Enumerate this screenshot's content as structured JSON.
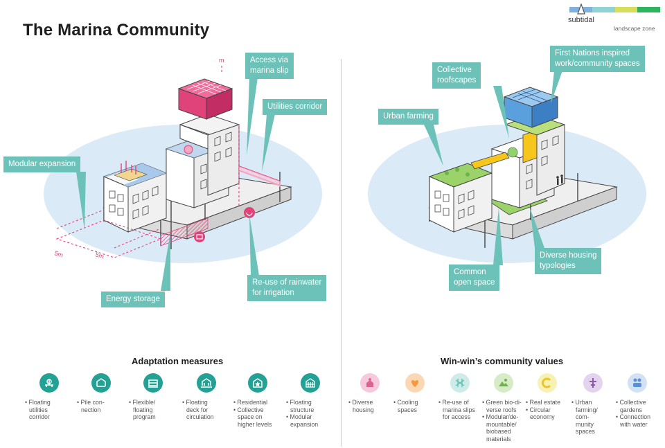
{
  "title": "The Marina Community",
  "zone": {
    "subtidal": "subtidal",
    "label": "landscape zone",
    "colors": [
      "#7fb0de",
      "#8fd3d3",
      "#d9de5a",
      "#2db55d"
    ]
  },
  "left": {
    "callouts": {
      "access": [
        "Access via",
        "marina slip"
      ],
      "utilities": [
        "Utilities corridor"
      ],
      "modular": [
        "Modular expansion"
      ],
      "energy": [
        "Energy storage"
      ],
      "rainwater": [
        "Re-use of rainwater",
        "for irrigation"
      ]
    },
    "dims": {
      "d1": "5m",
      "d2": "5m",
      "height": "m"
    }
  },
  "right": {
    "callouts": {
      "first_nations": [
        "First Nations inspired",
        "work/community spaces"
      ],
      "roofscapes": [
        "Collective",
        "roofscapes"
      ],
      "urban_farming": [
        "Urban farming"
      ],
      "open_space": [
        "Common",
        "open space"
      ],
      "housing": [
        "Diverse housing",
        "typologies"
      ]
    }
  },
  "adaptation": {
    "title": "Adaptation measures",
    "items": [
      {
        "icon": "floating-utilities-icon",
        "lines": [
          "• Floating",
          "utilities",
          "corridor"
        ]
      },
      {
        "icon": "pile-connection-icon",
        "lines": [
          "• Pile con-",
          "nection"
        ]
      },
      {
        "icon": "floating-program-icon",
        "lines": [
          "• Flexible/",
          "floating",
          "program"
        ]
      },
      {
        "icon": "floating-deck-icon",
        "lines": [
          "• Floating",
          "deck for",
          "circulation"
        ]
      },
      {
        "icon": "residential-levels-icon",
        "lines": [
          "• Residential",
          "• Collective",
          "space on",
          "higher levels"
        ]
      },
      {
        "icon": "modular-structure-icon",
        "lines": [
          "• Floating",
          "structure",
          "• Modular",
          "expansion"
        ]
      }
    ]
  },
  "community": {
    "title": "Win-win’s community values",
    "items": [
      {
        "icon": "diverse-housing-icon",
        "color": "#f6c9dc",
        "glyph": "#d9668f",
        "lines": [
          "• Diverse",
          "housing"
        ]
      },
      {
        "icon": "cooling-spaces-icon",
        "color": "#fbd8b3",
        "glyph": "#f39a3c",
        "lines": [
          "• Cooling",
          "spaces"
        ]
      },
      {
        "icon": "marina-slips-icon",
        "color": "#cdebe8",
        "glyph": "#5cbdb2",
        "lines": [
          "• Re-use of",
          "marina slips",
          "for access"
        ]
      },
      {
        "icon": "green-roofs-icon",
        "color": "#d6ecc6",
        "glyph": "#6db34b",
        "lines": [
          "• Green bio-di-",
          "verse roofs",
          "• Modular/de-",
          "mountable/",
          "biobased",
          "materials"
        ]
      },
      {
        "icon": "circular-economy-icon",
        "color": "#f7f1b3",
        "glyph": "#e8c52c",
        "lines": [
          "• Real estate",
          "• Circular",
          "economy"
        ]
      },
      {
        "icon": "urban-farming-icon",
        "color": "#e4d3ee",
        "glyph": "#8b5aa8",
        "lines": [
          "• Urban",
          "farming/",
          "com-",
          "munity",
          "spaces"
        ]
      },
      {
        "icon": "collective-gardens-icon",
        "color": "#d2e2f4",
        "glyph": "#5a8fd0",
        "lines": [
          "• Collective",
          "gardens",
          "• Connection",
          "with water"
        ]
      }
    ]
  }
}
